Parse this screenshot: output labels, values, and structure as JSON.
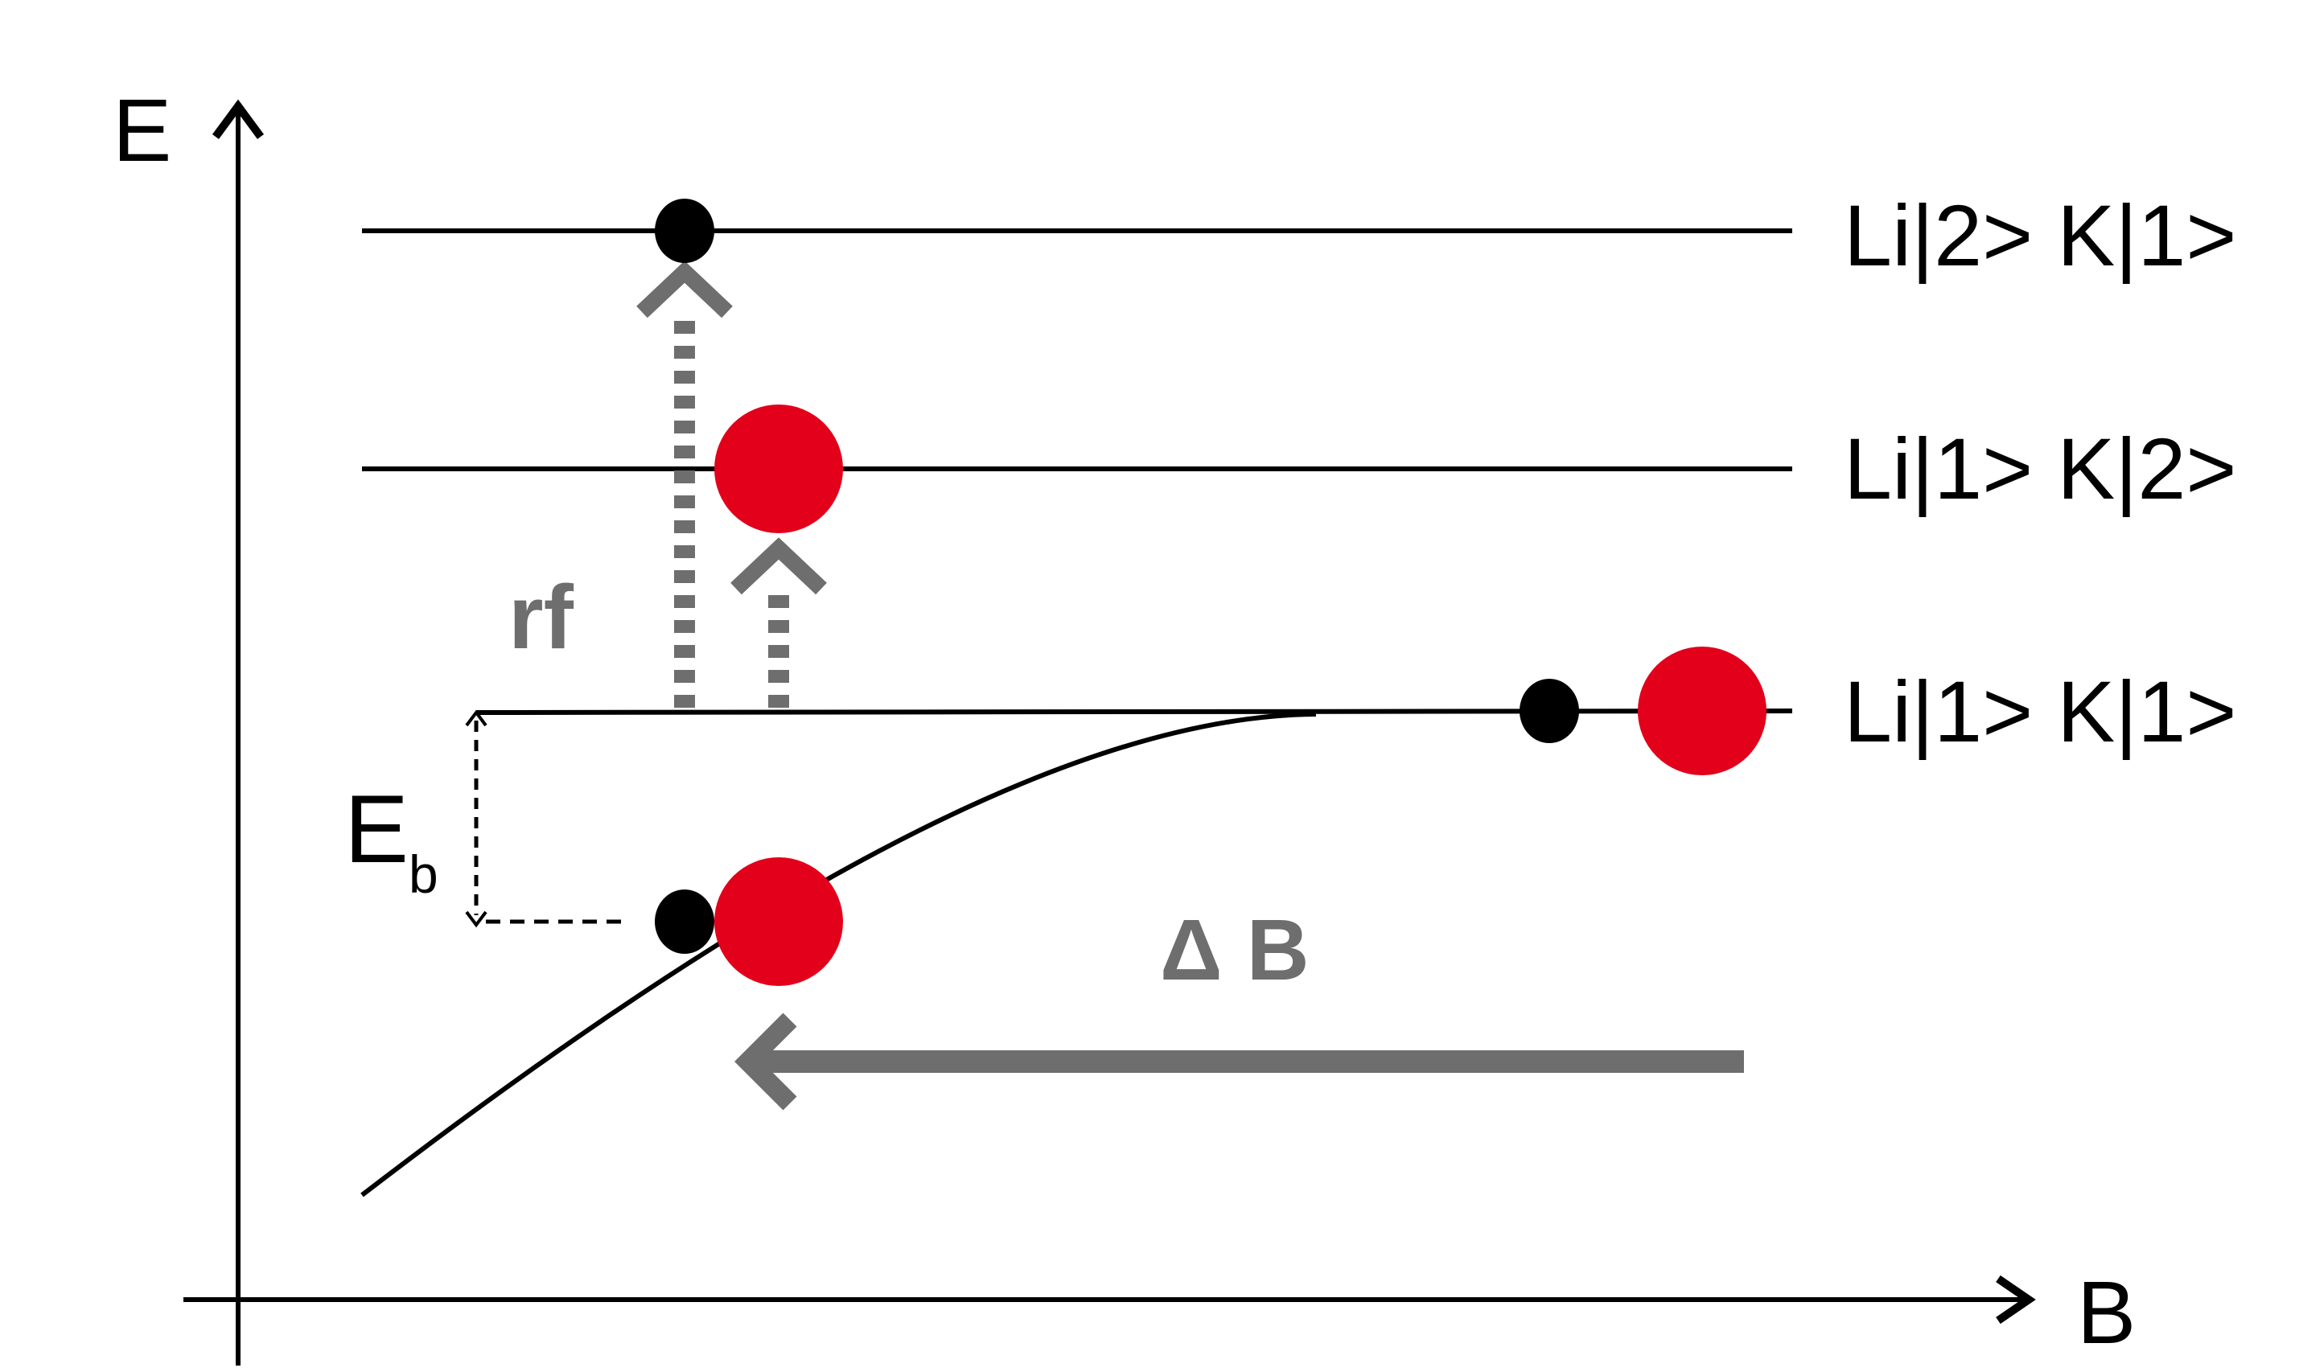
{
  "axes": {
    "y_label": "E",
    "x_label": "B"
  },
  "levels": [
    {
      "label": "Li|2> K|1>"
    },
    {
      "label": "Li|1> K|2>"
    },
    {
      "label": "Li|1> K|1>"
    }
  ],
  "binding_energy": {
    "symbol": "E",
    "subscript": "b"
  },
  "rf_label": "rf",
  "field_sweep_label": "Δ B",
  "colors": {
    "lines": "#000000",
    "arrows": "#6e6e6e",
    "large_atom": "#e2001a",
    "small_atom": "#000000"
  }
}
